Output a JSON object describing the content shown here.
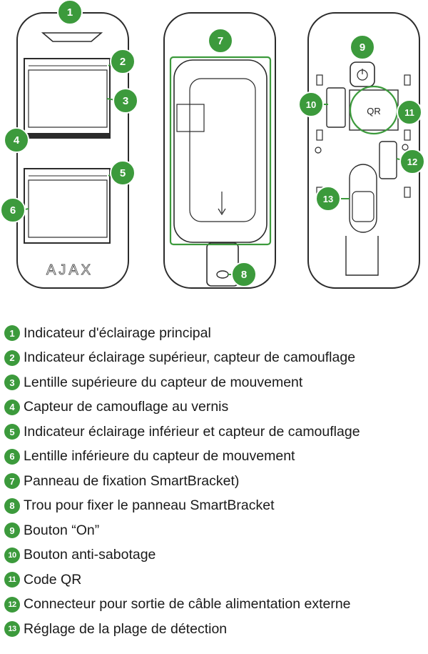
{
  "colors": {
    "accent_green": "#3c9a3c",
    "outline": "#2b2b2b"
  },
  "device": {
    "brand_logo": "AJAX",
    "qr_label": "QR"
  },
  "callouts": [
    "1",
    "2",
    "3",
    "4",
    "5",
    "6",
    "7",
    "8",
    "9",
    "10",
    "11",
    "12",
    "13"
  ],
  "legend": [
    {
      "num": "1",
      "text": "Indicateur d'éclairage principal"
    },
    {
      "num": "2",
      "text": "Indicateur éclairage supérieur, capteur de camouflage"
    },
    {
      "num": "3",
      "text": "Lentille supérieure du capteur de mouvement"
    },
    {
      "num": "4",
      "text": "Capteur de camouflage au vernis"
    },
    {
      "num": "5",
      "text": "Indicateur éclairage inférieur et capteur de camouflage"
    },
    {
      "num": "6",
      "text": "Lentille inférieure du capteur de mouvement"
    },
    {
      "num": "7",
      "text": "Panneau de fixation SmartBracket)"
    },
    {
      "num": "8",
      "text": "Trou pour fixer le panneau SmartBracket"
    },
    {
      "num": "9",
      "text": "Bouton “On”"
    },
    {
      "num": "10",
      "text": "Bouton anti-sabotage"
    },
    {
      "num": "11",
      "text": "Code QR"
    },
    {
      "num": "12",
      "text": "Connecteur pour sortie de câble alimentation externe"
    },
    {
      "num": "13",
      "text": "Réglage de la plage de détection"
    }
  ]
}
